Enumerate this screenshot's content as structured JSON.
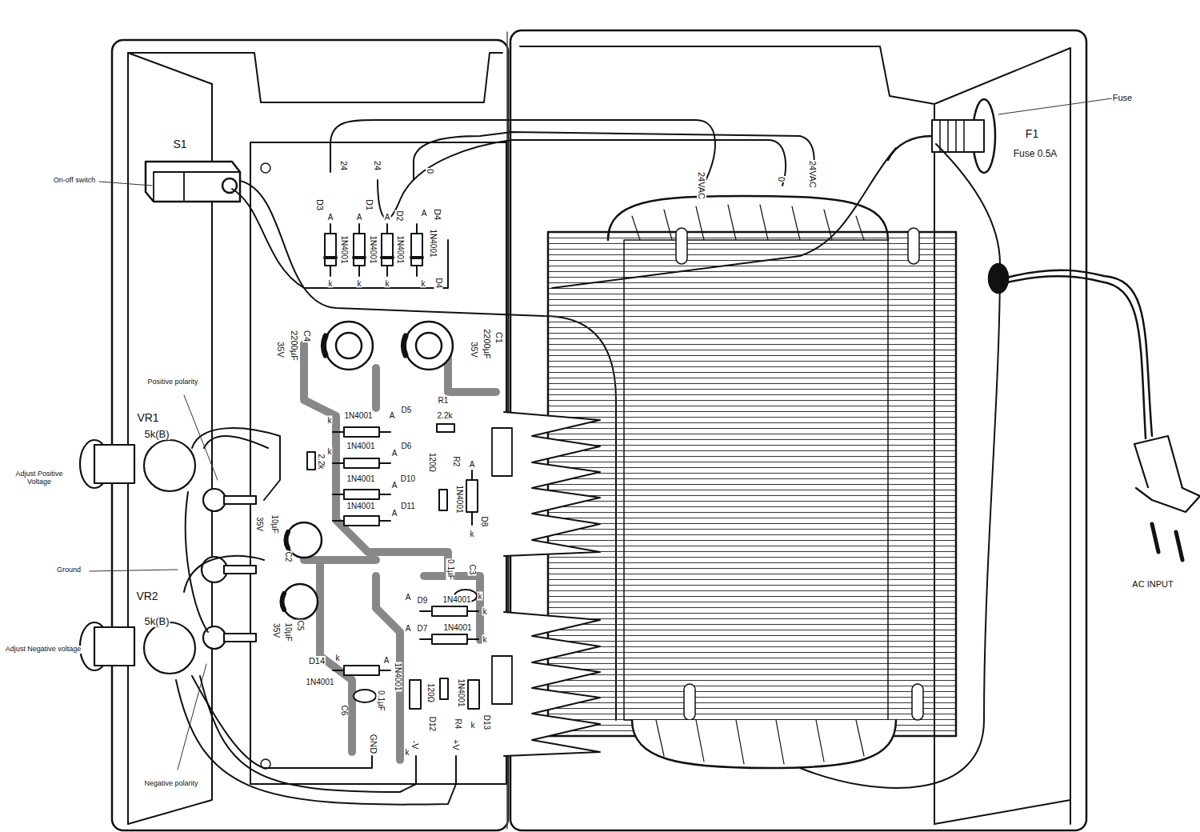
{
  "diagram": {
    "labels": [
      "S1",
      "On-off switch",
      "24",
      "24",
      "0",
      "D3",
      "D1",
      "D4",
      "A",
      "A",
      "A",
      "A",
      "1N4001",
      "1N4001",
      "D2",
      "1N4001",
      "1N4001",
      "k",
      "k",
      "k",
      "k",
      "D4",
      "C4",
      "2200µF",
      "35V",
      "C1",
      "2200µF",
      "35V",
      "Positive polarity",
      "VR1",
      "5k(B)",
      "Adjust Positive Voltage",
      "k",
      "1N4001",
      "A",
      "D5",
      "R1",
      "2.2k",
      "k",
      "1N4001",
      "D6",
      "A",
      "2.2k",
      "120Ω",
      "R2",
      "A",
      "1N4001",
      "D8",
      "k",
      "1N4001",
      "D10",
      "A",
      "1N4001",
      "D11",
      "A",
      "10µF",
      "35V",
      "C2",
      "0.1µF",
      "C3",
      "k",
      "Ground",
      "A",
      "D9",
      "1N4001",
      "k",
      "A",
      "D7",
      "1N4001",
      "k",
      "C5",
      "10µF",
      "35V",
      "VR2",
      "5k(B)",
      "Adjust Negative voltage",
      "D14",
      "k",
      "A",
      "1N4001",
      "0.1µF",
      "C6",
      "1N4001",
      "120Ω",
      "1N4001",
      "D13",
      "D12",
      "R4",
      "k",
      "k",
      "-V",
      "+V",
      "GND",
      "Negative polarity",
      "24VAC",
      "0",
      "24VAC",
      "Fuse",
      "F1",
      "Fuse 0.5A",
      "AC INPUT"
    ]
  }
}
